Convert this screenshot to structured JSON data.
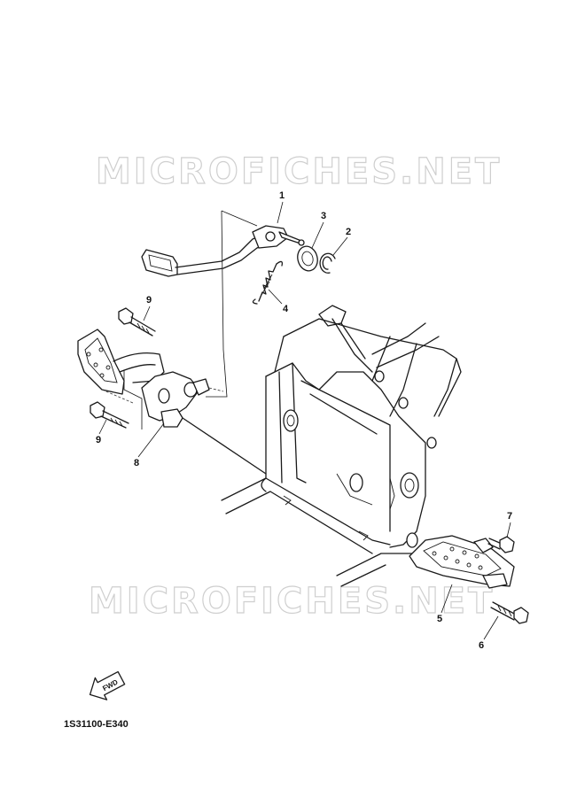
{
  "watermark": {
    "text": "MICROFICHES.NET"
  },
  "callouts": [
    {
      "id": "1",
      "label": "1"
    },
    {
      "id": "2",
      "label": "2"
    },
    {
      "id": "3",
      "label": "3"
    },
    {
      "id": "4",
      "label": "4"
    },
    {
      "id": "5",
      "label": "5"
    },
    {
      "id": "6",
      "label": "6"
    },
    {
      "id": "7",
      "label": "7"
    },
    {
      "id": "8",
      "label": "8"
    },
    {
      "id": "9a",
      "label": "9"
    },
    {
      "id": "9b",
      "label": "9"
    }
  ],
  "fwd_arrow": {
    "label": "FWD"
  },
  "reference_code": "1S31100-E340"
}
